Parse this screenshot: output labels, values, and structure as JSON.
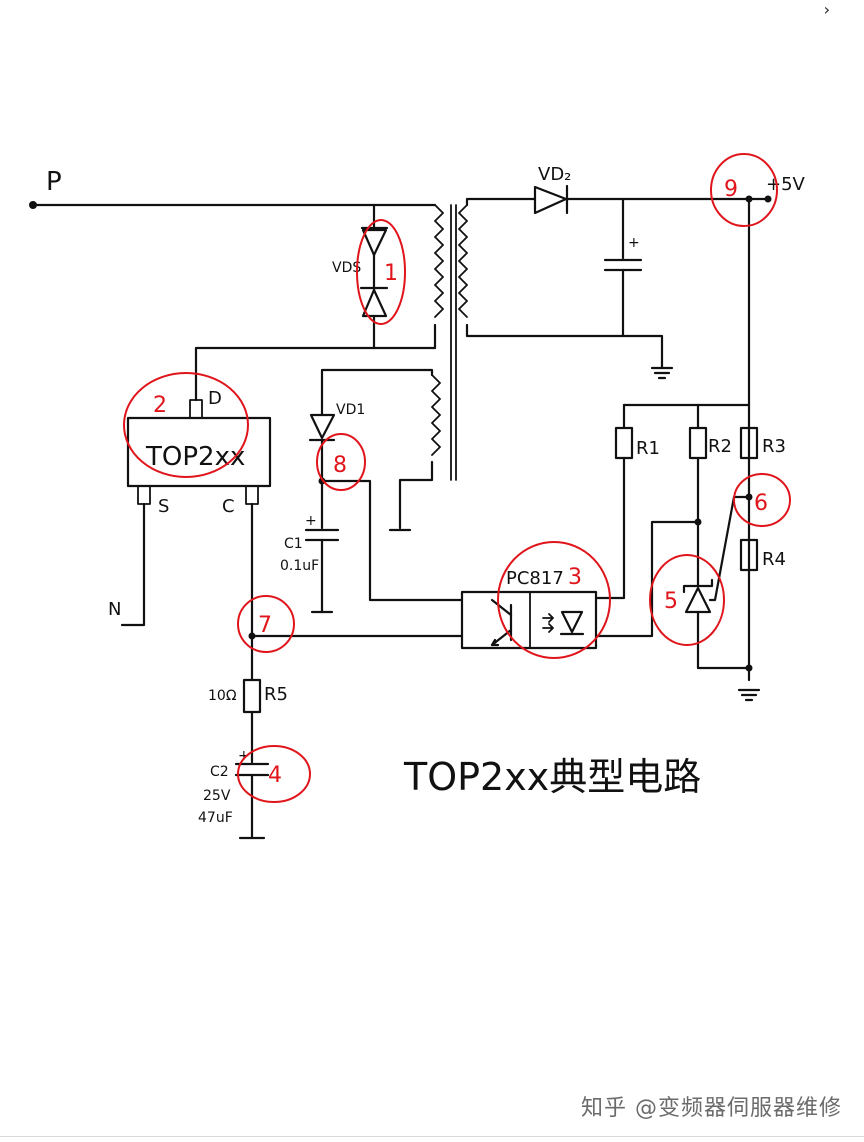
{
  "labels": {
    "p": "P",
    "n": "N",
    "vd2": "VD₂",
    "plus5v": "+5V",
    "vds": "VDS",
    "vd1": "VD1",
    "pin_d": "D",
    "pin_s": "S",
    "pin_c": "C",
    "chip": "TOP2xx",
    "c1": "C1",
    "c1_val": "0.1uF",
    "c2": "C2",
    "c2_v": "25V",
    "c2_val": "47uF",
    "r1": "R1",
    "r2": "R2",
    "r3": "R3",
    "r4": "R4",
    "r5": "R5",
    "r5_val": "10Ω",
    "pc817": "PC817",
    "title": "TOP2xx典型电路"
  },
  "markers": [
    "1",
    "2",
    "3",
    "4",
    "5",
    "6",
    "7",
    "8",
    "9"
  ],
  "watermark": "知乎 @变频器伺服器维修",
  "corner": "›",
  "colors": {
    "ink": "#111111",
    "marker": "#e0151b",
    "watermark": "#6b6b6b"
  }
}
